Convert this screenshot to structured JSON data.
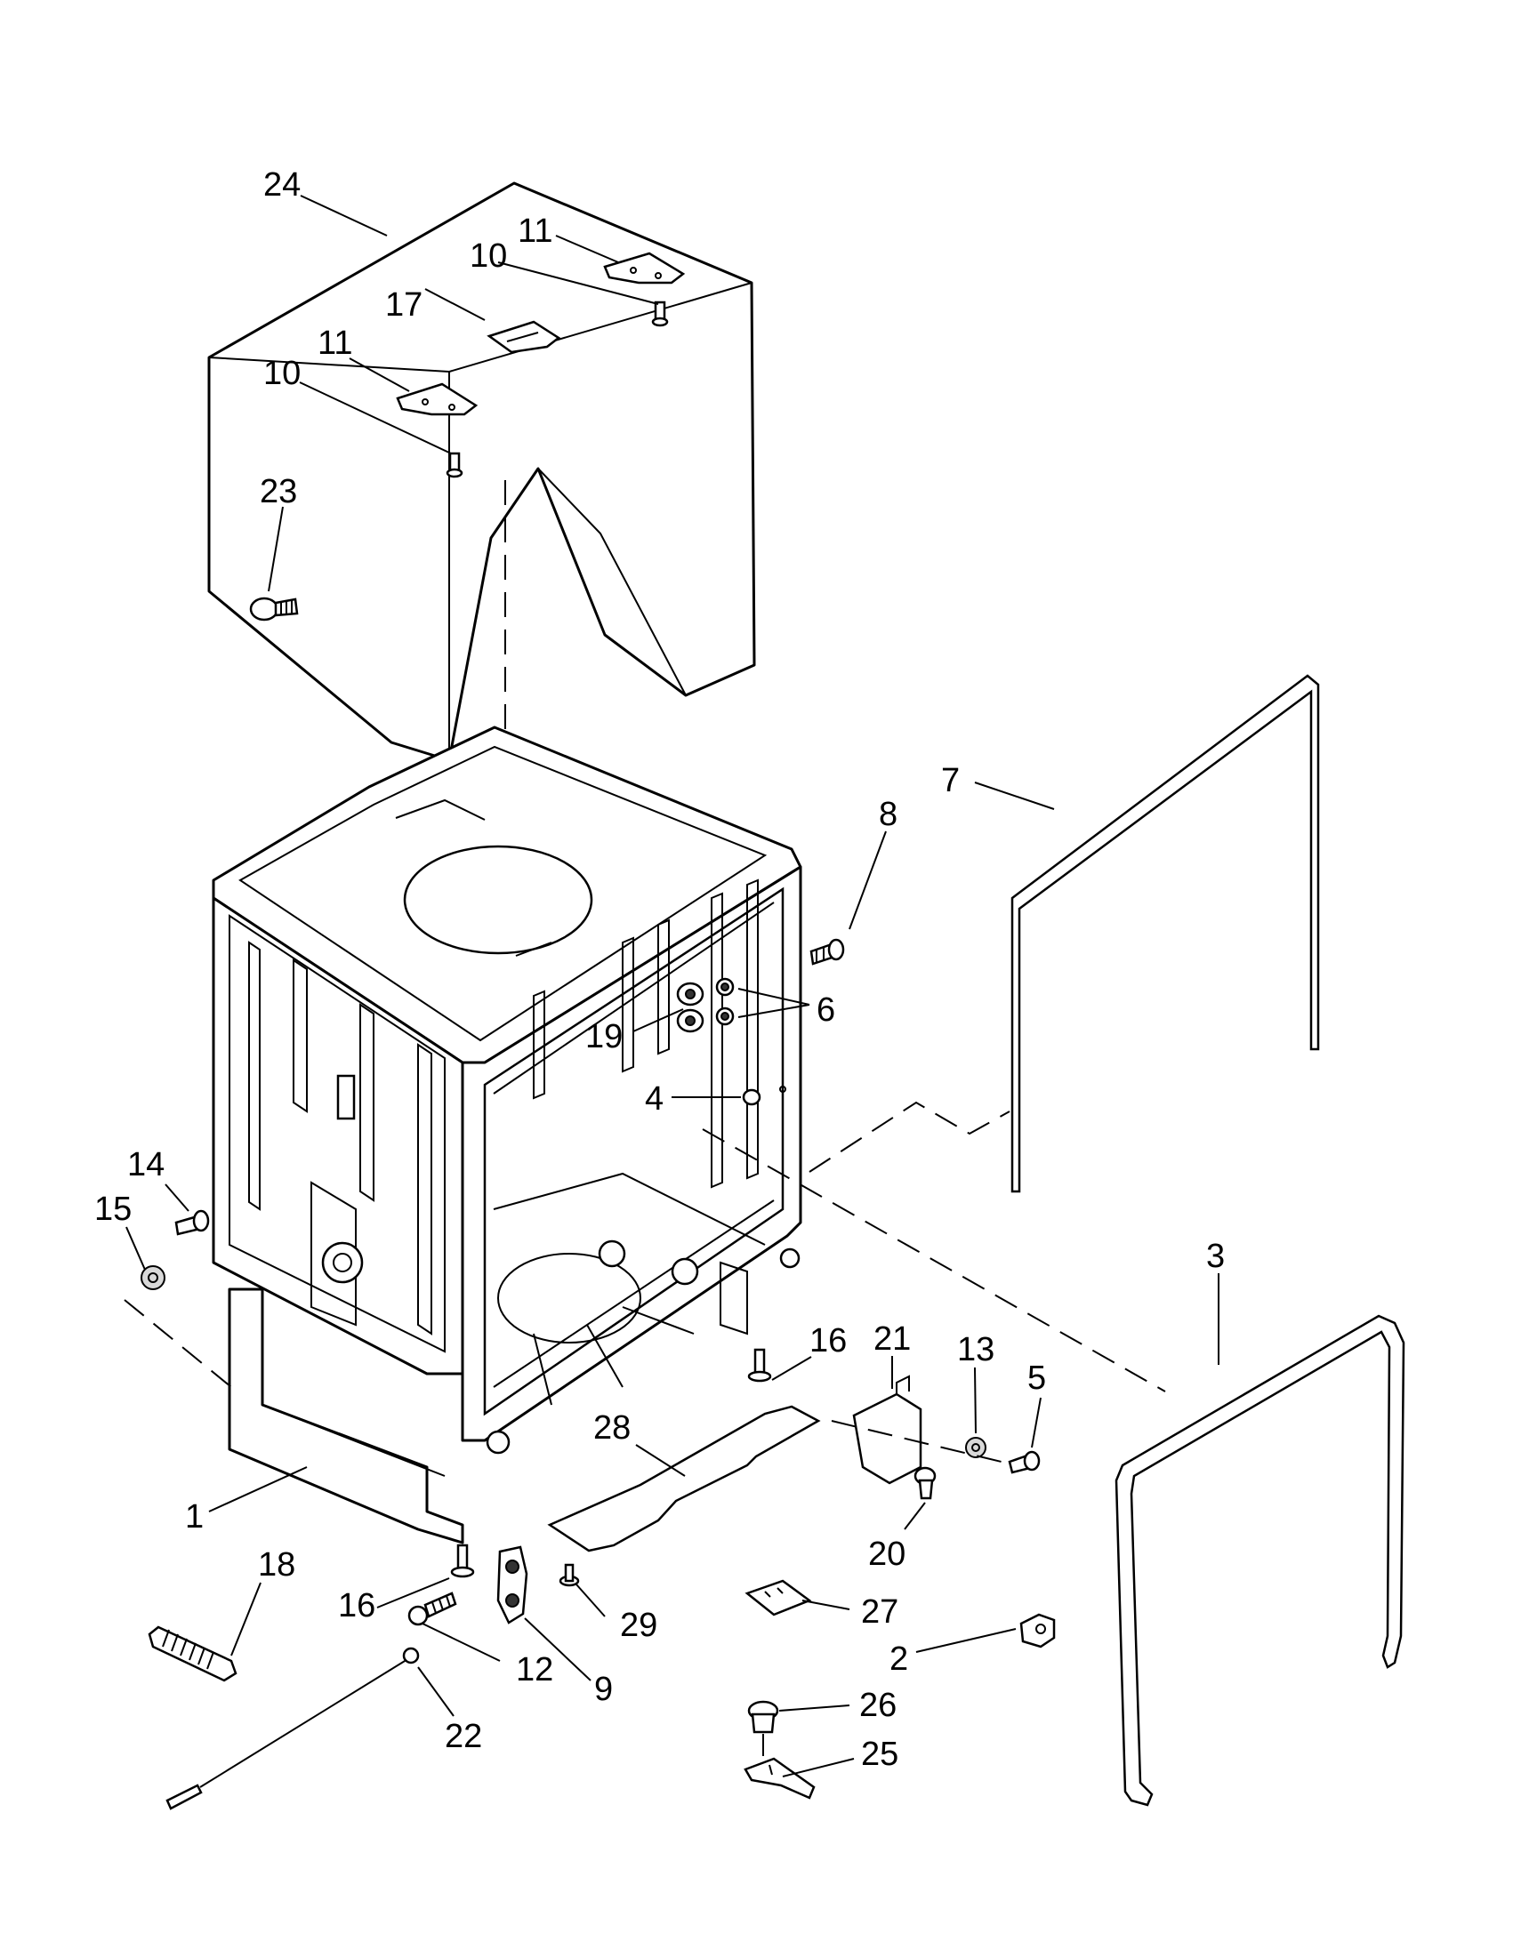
{
  "callouts": [
    {
      "id": "c24",
      "label": "24"
    },
    {
      "id": "c11a",
      "label": "11"
    },
    {
      "id": "c10a",
      "label": "10"
    },
    {
      "id": "c17",
      "label": "17"
    },
    {
      "id": "c11b",
      "label": "11"
    },
    {
      "id": "c10b",
      "label": "10"
    },
    {
      "id": "c23",
      "label": "23"
    },
    {
      "id": "c7",
      "label": "7"
    },
    {
      "id": "c8",
      "label": "8"
    },
    {
      "id": "c6",
      "label": "6"
    },
    {
      "id": "c19",
      "label": "19"
    },
    {
      "id": "c4",
      "label": "4"
    },
    {
      "id": "c14",
      "label": "14"
    },
    {
      "id": "c15",
      "label": "15"
    },
    {
      "id": "c3",
      "label": "3"
    },
    {
      "id": "c21",
      "label": "21"
    },
    {
      "id": "c13",
      "label": "13"
    },
    {
      "id": "c5",
      "label": "5"
    },
    {
      "id": "c16a",
      "label": "16"
    },
    {
      "id": "c28",
      "label": "28"
    },
    {
      "id": "c1",
      "label": "1"
    },
    {
      "id": "c20",
      "label": "20"
    },
    {
      "id": "c18",
      "label": "18"
    },
    {
      "id": "c16b",
      "label": "16"
    },
    {
      "id": "c29",
      "label": "29"
    },
    {
      "id": "c27",
      "label": "27"
    },
    {
      "id": "c12",
      "label": "12"
    },
    {
      "id": "c9",
      "label": "9"
    },
    {
      "id": "c2",
      "label": "2"
    },
    {
      "id": "c22",
      "label": "22"
    },
    {
      "id": "c26",
      "label": "26"
    },
    {
      "id": "c25",
      "label": "25"
    }
  ]
}
